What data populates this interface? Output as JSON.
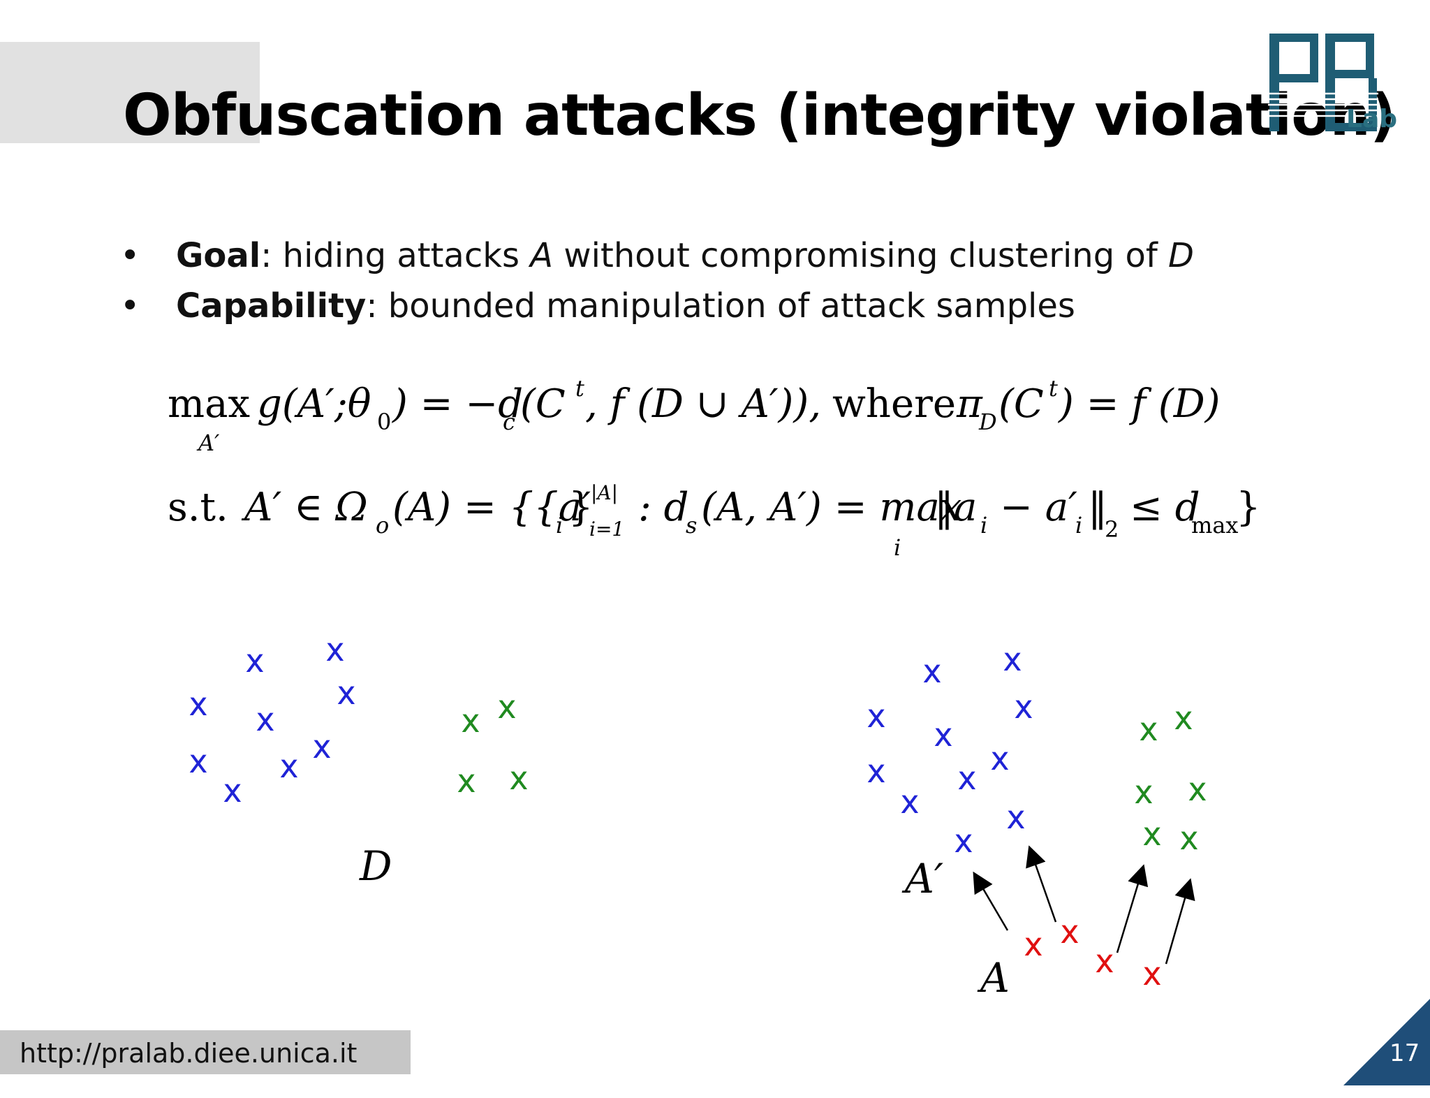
{
  "slide": {
    "title": "Obfuscation attacks (integrity violation)",
    "logo_text": "Lab",
    "bullets": [
      {
        "marker": "•",
        "head": "Goal",
        "sep": ": ",
        "parts": [
          "hiding attacks ",
          "A",
          " without compromising clustering of ",
          "D"
        ]
      },
      {
        "marker": "•",
        "head": "Capability",
        "sep": ": ",
        "text": "bounded manipulation of attack samples"
      }
    ],
    "footer_url": "http://pralab.diee.unica.it",
    "page_number": "17"
  },
  "formula": {
    "line1": {
      "max": "max",
      "max_sub": "A′",
      "g_expr": "g(A′;θ",
      "theta_sub": "0",
      "eq_neg_d": ") = −d",
      "dc_sub": "c",
      "open": "(C",
      "ct_sup": "t",
      "rest": ", f (D ∪ A′)),",
      "where": "where",
      "pi": "π",
      "pi_sub": "D",
      "pi_arg": "(C",
      "pi_sup": "t",
      "pi_rest": ") = f (D)"
    },
    "line2": {
      "st": "s.t.",
      "lhs": "A′ ∈ Ω",
      "omega_sub": "o",
      "omega_arg": "(A) = {{a′",
      "ai_sub": "i",
      "close_set": "}",
      "card_sup": "|A|",
      "card_sub": "i=1",
      "ds": ": d",
      "ds_sub": "s",
      "ds_arg": "(A, A′) = max",
      "max_sub": "i",
      "norm": "‖a",
      "a_sub": "i",
      "minus": "− a′",
      "a2_sub": "i",
      "norm_close": "‖",
      "two": "2",
      "le": "≤ d",
      "dmax_sub": "max",
      "brace_close": "}"
    }
  },
  "illustration": {
    "marker": "x",
    "colors": {
      "legit": "#1f23d6",
      "legit2": "#208a20",
      "attack": "#e01010",
      "arrow": "#000000"
    },
    "labels": {
      "D": "D",
      "A_prime": "A′",
      "A": "A"
    }
  }
}
